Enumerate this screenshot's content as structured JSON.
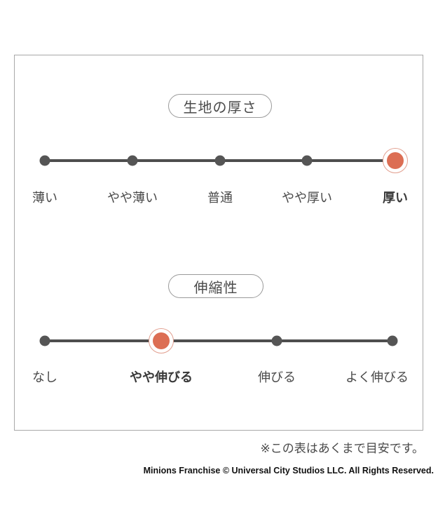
{
  "colors": {
    "accent": "#dc6e54",
    "line": "#4e4e4e",
    "frame": "#a8a8a8"
  },
  "thickness": {
    "title": "生地の厚さ",
    "selected_index": 4,
    "options": [
      "薄い",
      "やや薄い",
      "普通",
      "やや厚い",
      "厚い"
    ]
  },
  "stretch": {
    "title": "伸縮性",
    "selected_index": 1,
    "options": [
      "なし",
      "やや伸びる",
      "伸びる",
      "よく伸びる"
    ]
  },
  "note": "※この表はあくまで目安です。",
  "copyright": "Minions Franchise © Universal City Studios LLC. All Rights Reserved."
}
